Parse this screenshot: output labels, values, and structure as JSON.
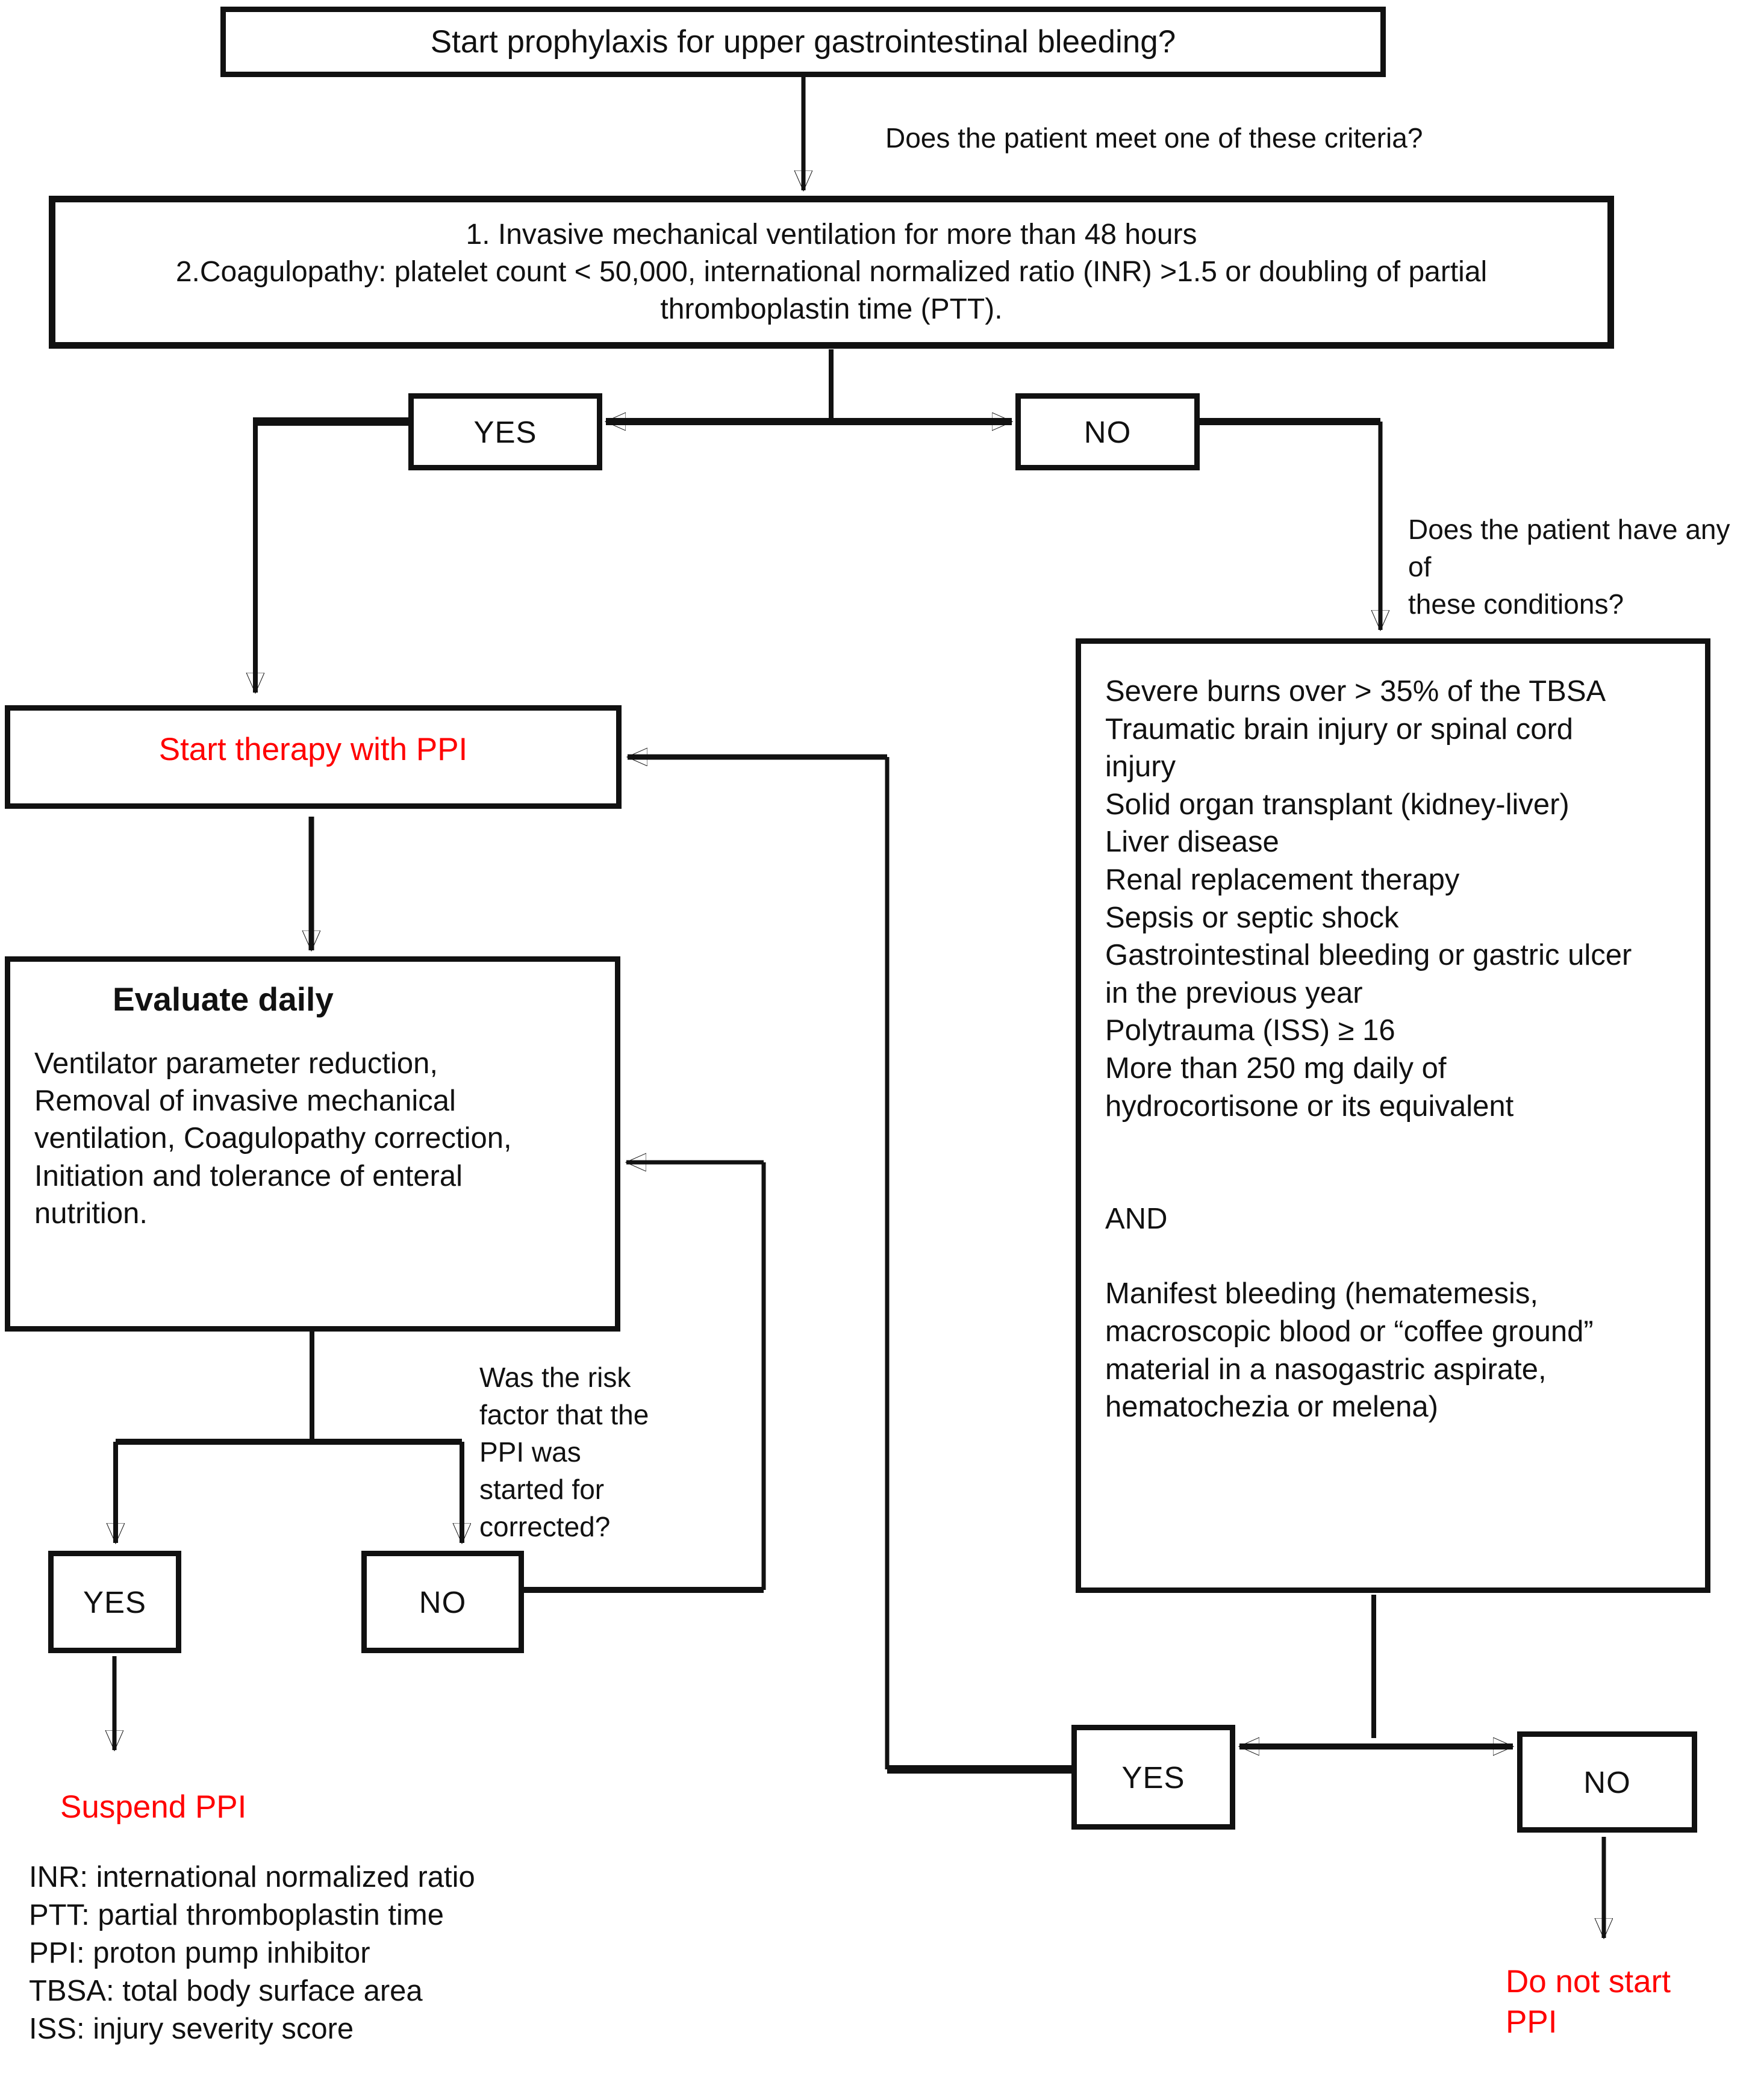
{
  "colors": {
    "accent_red": "#ff0000",
    "ink": "#111111"
  },
  "nodes": {
    "start_question": "Start prophylaxis for upper gastrointestinal bleeding?",
    "criteria_question": "Does the patient meet one of these criteria?",
    "criteria_lines": [
      "1. Invasive mechanical ventilation for more than 48 hours",
      "2.Coagulopathy: platelet count < 50,000, international normalized ratio (INR) >1.5 or doubling of partial",
      "thromboplastin time (PTT)."
    ],
    "yes1": "YES",
    "no1": "NO",
    "conditions_question_lines": [
      "Does the patient have any of",
      "these conditions?"
    ],
    "conditions_lines": [
      "Severe burns over > 35% of the TBSA",
      "Traumatic brain injury or spinal cord",
      "injury",
      "Solid organ transplant (kidney-liver)",
      "Liver disease",
      "Renal replacement therapy",
      "Sepsis or septic shock",
      "Gastrointestinal bleeding or gastric ulcer",
      "in the previous year",
      "Polytrauma (ISS) ≥ 16",
      "More than 250 mg daily of",
      "hydrocortisone or its equivalent",
      "",
      "",
      "AND",
      "",
      "Manifest bleeding (hematemesis,",
      "macroscopic blood or “coffee ground”",
      "material in a nasogastric aspirate,",
      "hematochezia or melena)"
    ],
    "start_therapy": "Start therapy with PPI",
    "evaluate_title": "Evaluate daily",
    "evaluate_lines": [
      "Ventilator parameter reduction,",
      "Removal of invasive mechanical",
      "ventilation, Coagulopathy correction,",
      "Initiation and tolerance of enteral",
      "nutrition."
    ],
    "risk_question_lines": [
      "Was the risk",
      "factor that the",
      "PPI was",
      "started for",
      "corrected?"
    ],
    "yes2": "YES",
    "no2": "NO",
    "suspend": "Suspend PPI",
    "yes3": "YES",
    "no3": "NO",
    "do_not_start_lines": [
      "Do not start",
      "PPI"
    ]
  },
  "abbreviations": [
    "INR: international normalized ratio",
    "PTT: partial thromboplastin time",
    "PPI: proton pump inhibitor",
    "TBSA: total body surface area",
    "ISS: injury severity score"
  ]
}
